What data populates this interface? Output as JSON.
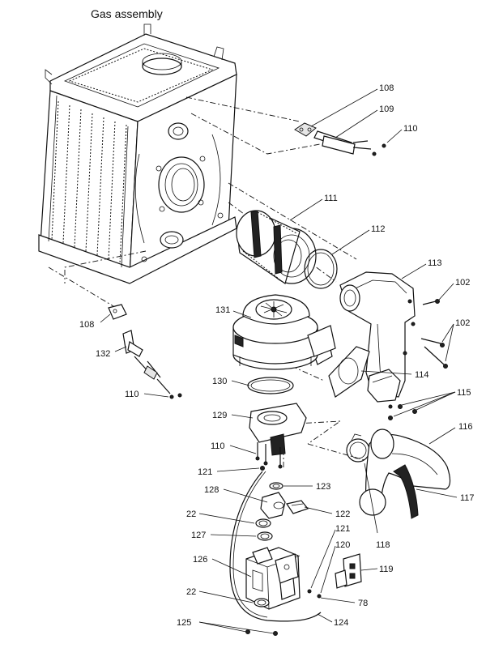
{
  "title": "Gas assembly",
  "callouts": {
    "c108a": "108",
    "c109": "109",
    "c110a": "110",
    "c111": "111",
    "c112": "112",
    "c113": "113",
    "c102a": "102",
    "c102b": "102",
    "c131": "131",
    "c108b": "108",
    "c132": "132",
    "c114": "114",
    "c115": "115",
    "c130": "130",
    "c110b": "110",
    "c129": "129",
    "c116": "116",
    "c110c": "110",
    "c121a": "121",
    "c123": "123",
    "c117": "117",
    "c128": "128",
    "c122": "122",
    "c22a": "22",
    "c127": "127",
    "c121b": "121",
    "c120": "120",
    "c118": "118",
    "c126": "126",
    "c119": "119",
    "c22b": "22",
    "c78": "78",
    "c125": "125",
    "c124": "124"
  }
}
